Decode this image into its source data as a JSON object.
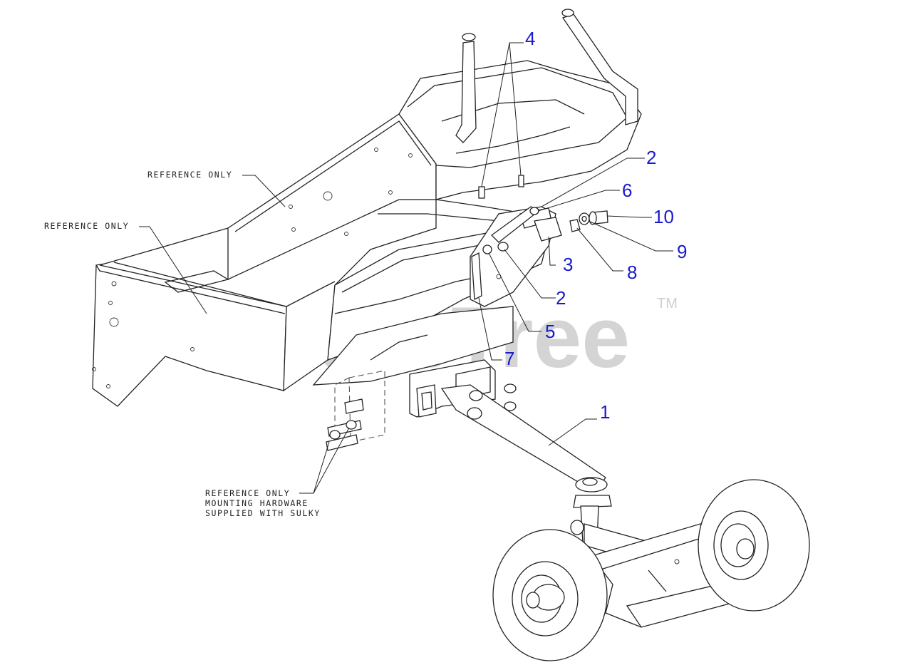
{
  "watermark": {
    "text": "PartsTree",
    "trademark": "TM"
  },
  "reference_notes": [
    {
      "id": "ref-upper",
      "lines": [
        "REFERENCE ONLY"
      ]
    },
    {
      "id": "ref-left",
      "lines": [
        "REFERENCE ONLY"
      ]
    },
    {
      "id": "ref-hardware",
      "lines": [
        "REFERENCE ONLY",
        "MOUNTING HARDWARE",
        "SUPPLIED WITH SULKY"
      ]
    }
  ],
  "callouts": [
    {
      "id": "c4",
      "label": "4"
    },
    {
      "id": "c2a",
      "label": "2"
    },
    {
      "id": "c6",
      "label": "6"
    },
    {
      "id": "c10",
      "label": "10"
    },
    {
      "id": "c9",
      "label": "9"
    },
    {
      "id": "c3",
      "label": "3"
    },
    {
      "id": "c8",
      "label": "8"
    },
    {
      "id": "c2b",
      "label": "2"
    },
    {
      "id": "c5",
      "label": "5"
    },
    {
      "id": "c7",
      "label": "7"
    },
    {
      "id": "c1",
      "label": "1"
    }
  ],
  "colors": {
    "callout": "#1a1acc",
    "linework": "#222222",
    "watermark": "#d4d4d4"
  }
}
